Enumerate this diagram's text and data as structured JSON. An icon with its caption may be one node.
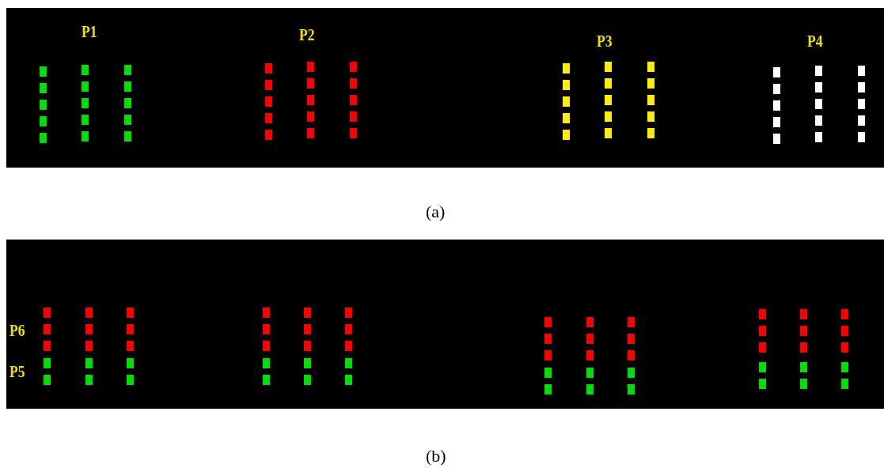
{
  "diagram": {
    "labels": [
      "P1",
      "P2",
      "P3",
      "P4",
      "(a)",
      "P6",
      "P5",
      "(b)"
    ]
  }
}
